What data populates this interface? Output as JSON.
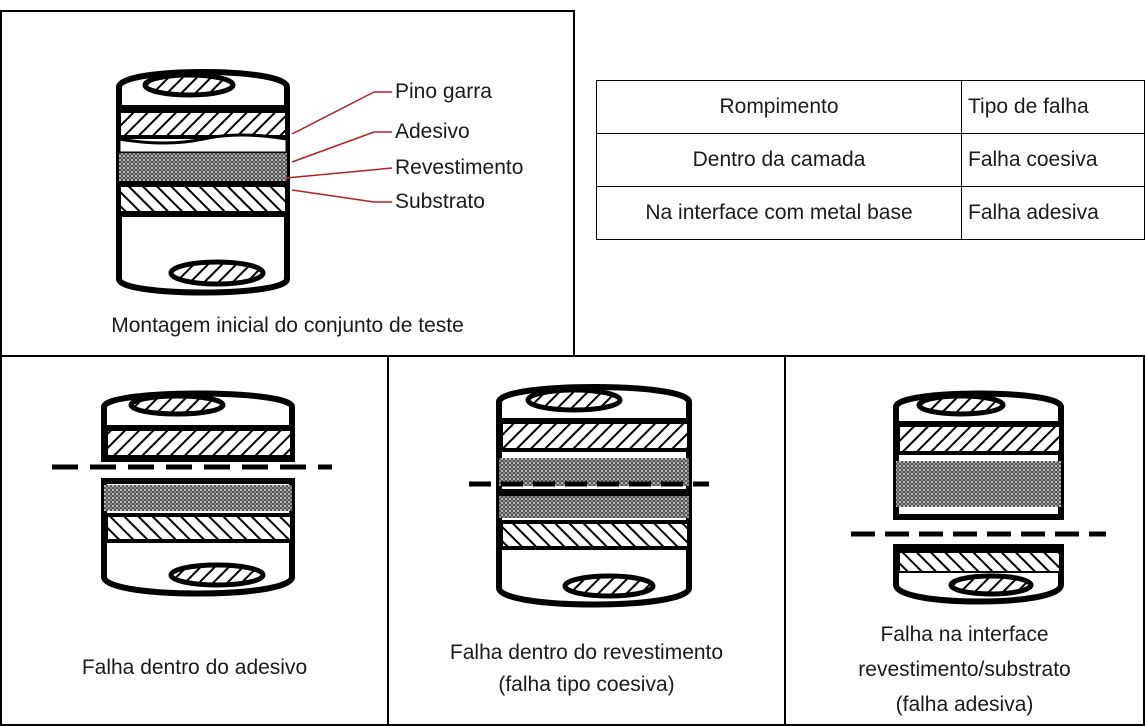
{
  "top_panel": {
    "caption": "Montagem inicial do conjunto de teste",
    "labels": [
      "Pino garra",
      "Adesivo",
      "Revestimento",
      "Substrato"
    ]
  },
  "table": {
    "header": [
      "Rompimento",
      "Tipo de falha"
    ],
    "rows": [
      [
        "Dentro da camada",
        "Falha coesiva"
      ],
      [
        "Na interface com metal base",
        "Falha adesiva"
      ]
    ]
  },
  "panels": [
    {
      "caption_lines": [
        "Falha dentro do adesivo"
      ]
    },
    {
      "caption_lines": [
        "Falha dentro do revestimento",
        "(falha tipo coesiva)"
      ]
    },
    {
      "caption_lines": [
        "Falha na interface",
        "revestimento/substrato",
        "(falha adesiva)"
      ]
    }
  ],
  "colors": {
    "border": "#000000",
    "leader_lines": "#b22222"
  }
}
